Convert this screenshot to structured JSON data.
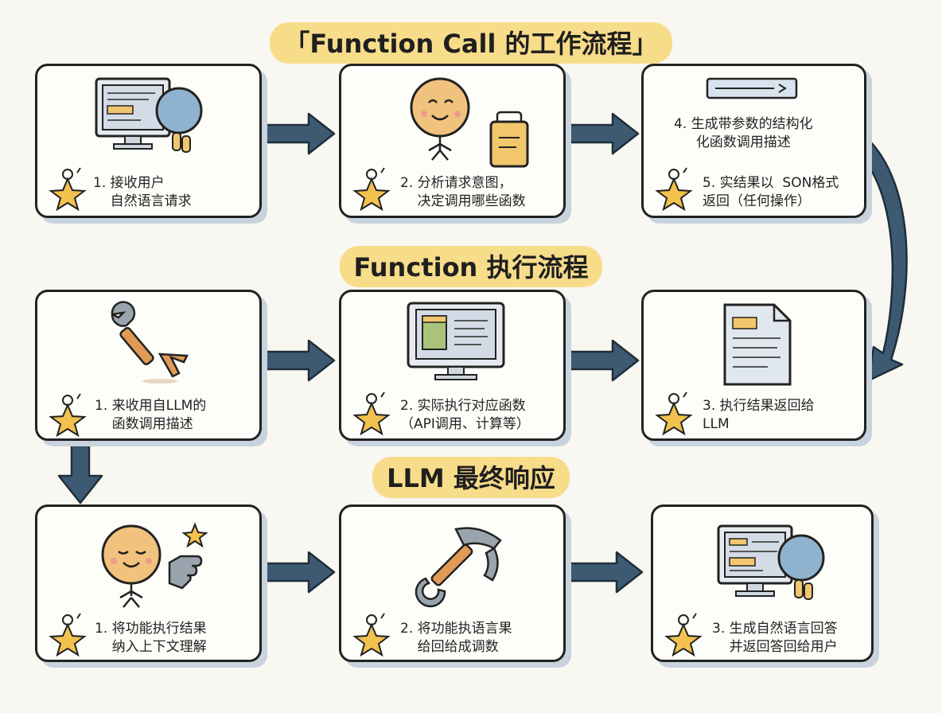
{
  "sections": {
    "call_title": "「Function Call 的工作流程」",
    "exec_title": "Function 执行流程",
    "final_title": "LLM 最终响应"
  },
  "steps": {
    "r1b1": "1. 接收用户\n    自然语言请求",
    "r1b2": "2. 分析请求意图，\n    决定调用哪些函数",
    "r1b3_top": "4. 生成带参数的结构化\n化函数调用描述",
    "r1b3_bottom": "5. 实结果以  SON格式\n返回（任何操作）",
    "r2b1": "1. 来收用自LLM的\n    函数调用描述",
    "r2b2": "2. 实际执行对应函数\n（API调用、计算等）",
    "r2b3": "3. 执行结果返回给\nLLM",
    "r3b1": "1. 将功能执行结果\n    纳入上下文理解",
    "r3b2": "2. 将功能执语言果\n    给回给成调数",
    "r3b3": "3. 生成自然语言回答\n    并返回答回给用户"
  },
  "colors": {
    "arrow": "#3e5a73",
    "highlight": "#f7dc8a",
    "star": "#f2c14e",
    "face": "#f1c27d",
    "screen_blue": "#8fb3cf"
  },
  "icons": {
    "computer": "computer-magnifier-icon",
    "character": "smiling-character-icon",
    "clipboard": "clipboard-icon",
    "wrench": "wrench-arm-icon",
    "hammer": "hammer-icon",
    "document": "document-icon",
    "star": "star-mascot-icon"
  }
}
